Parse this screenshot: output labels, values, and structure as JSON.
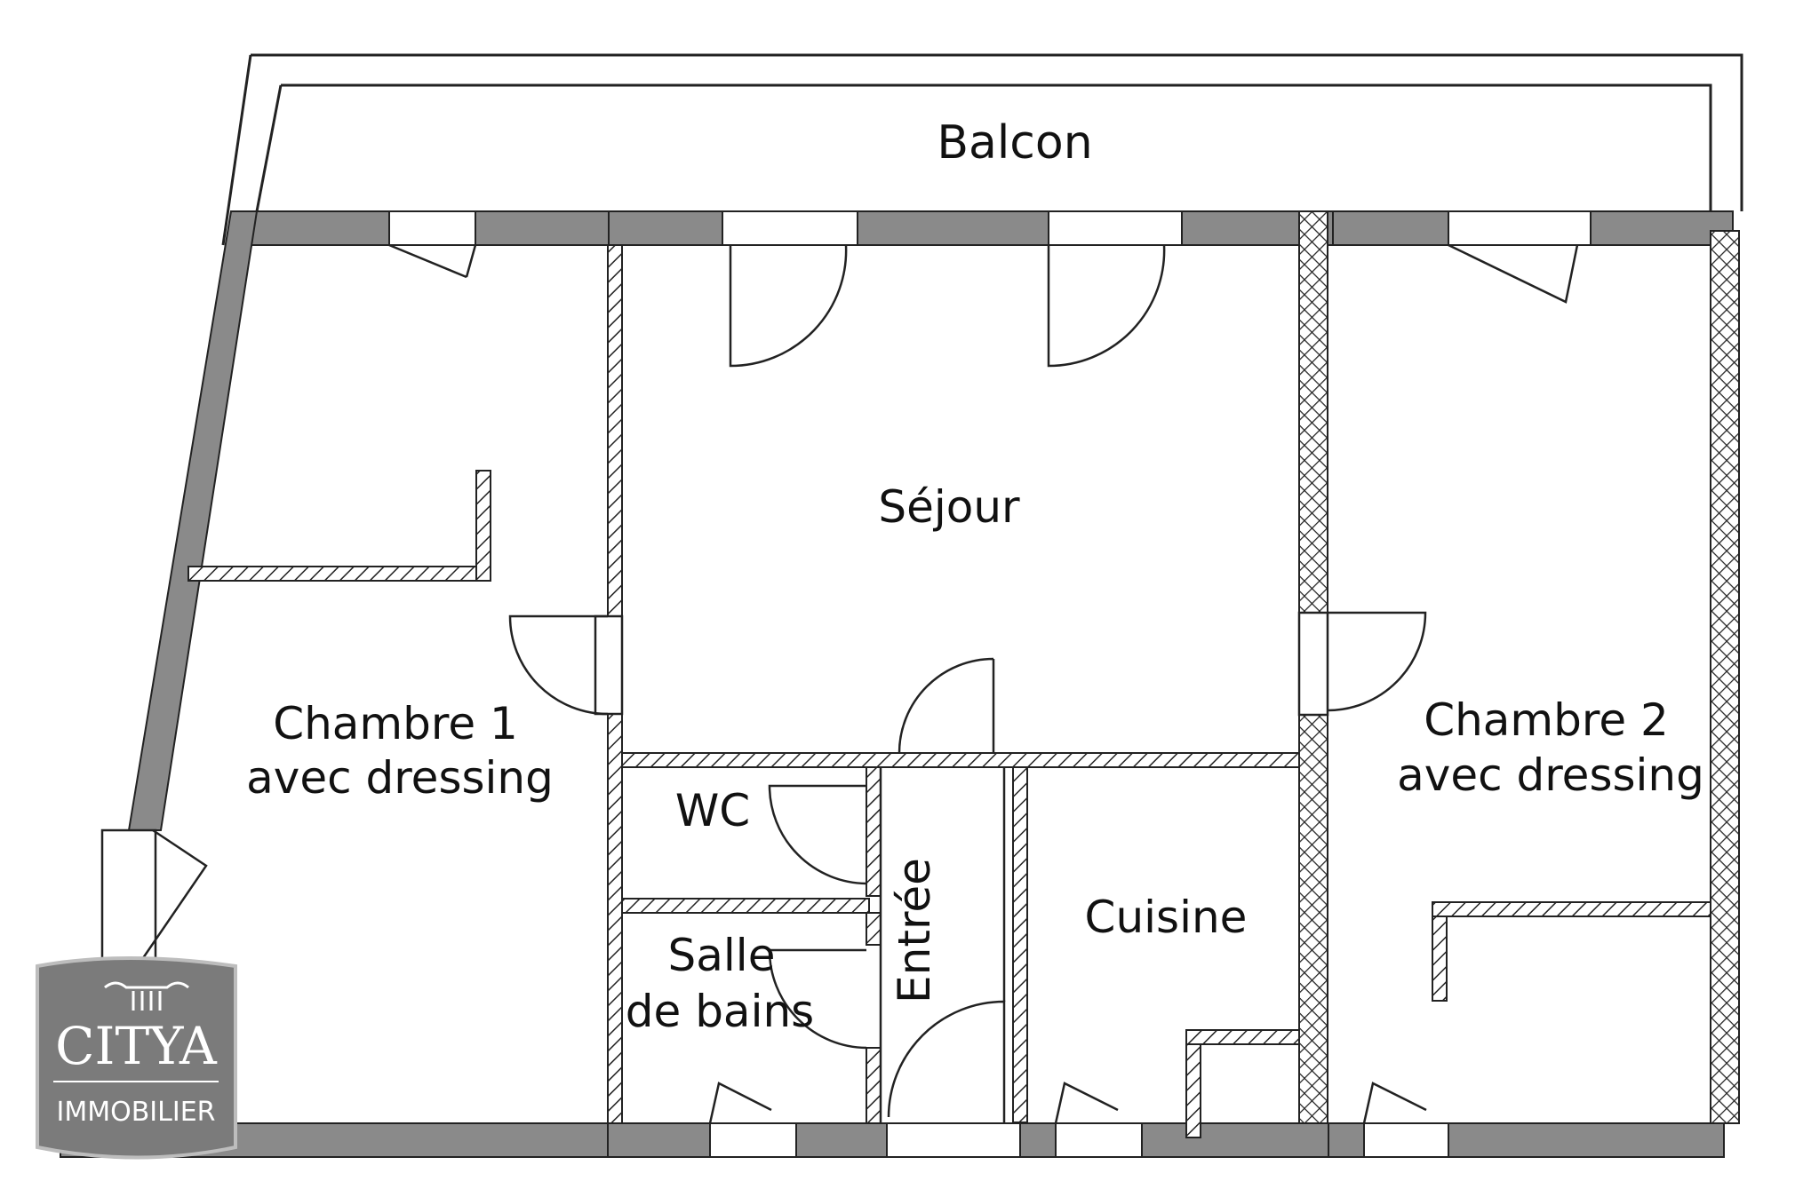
{
  "plan": {
    "rooms": {
      "balcon": "Balcon",
      "sejour": "Séjour",
      "chambre1_line1": "Chambre 1",
      "chambre1_line2": "avec dressing",
      "chambre2_line1": "Chambre 2",
      "chambre2_line2": "avec dressing",
      "wc": "WC",
      "salle_line1": "Salle",
      "salle_line2": "de bains",
      "entree": "Entrée",
      "cuisine": "Cuisine"
    }
  },
  "logo": {
    "name": "CITYA",
    "subtitle": "IMMOBILIER"
  },
  "colors": {
    "wall_fill": "#8a8a8a",
    "line": "#222222",
    "logo_bg": "#7b7b7b",
    "logo_text": "#ffffff"
  }
}
